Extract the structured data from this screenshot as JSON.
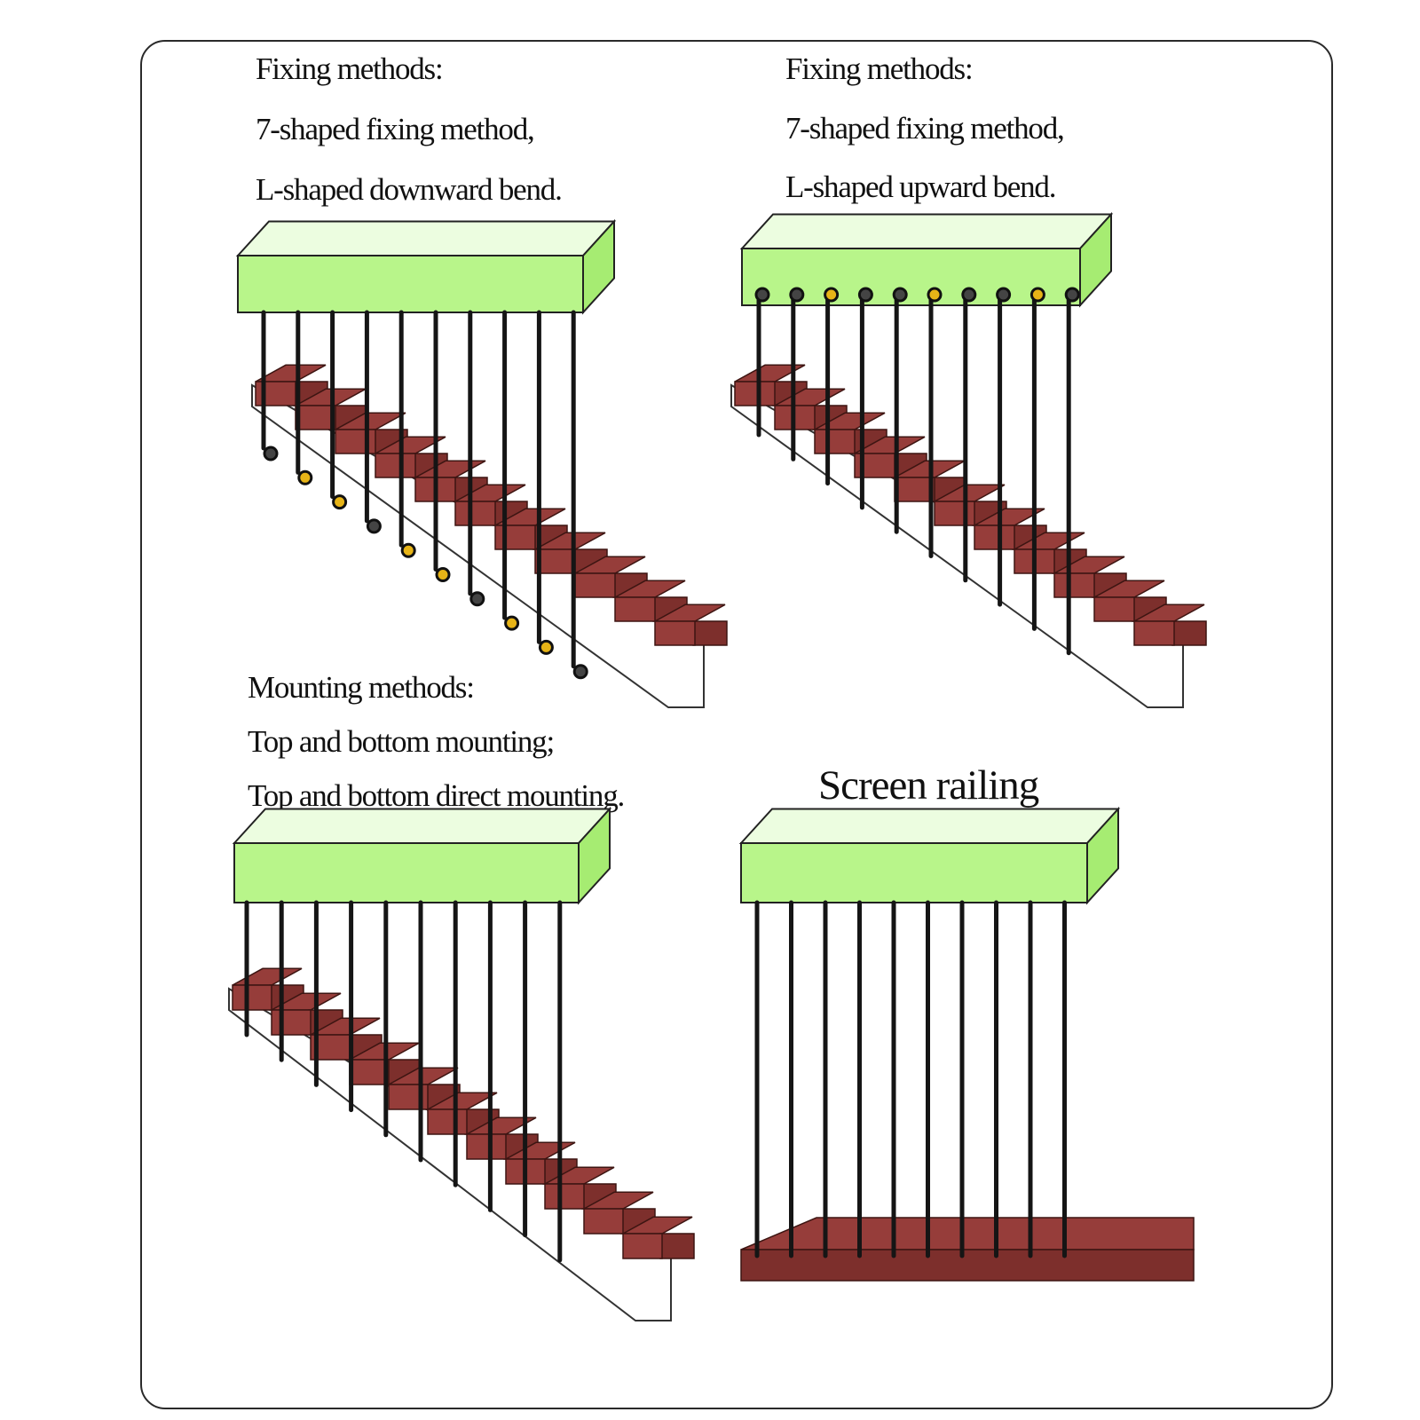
{
  "panels": {
    "top_left": {
      "heading": "Fixing methods:",
      "line1": "7-shaped fixing method,",
      "line2": "L-shaped downward bend."
    },
    "top_right": {
      "heading": "Fixing methods:",
      "line1": "7-shaped fixing method,",
      "line2": "L-shaped upward bend."
    },
    "bottom_left": {
      "heading": "Mounting methods:",
      "line1": "Top and bottom mounting;",
      "line2": "Top and bottom direct mounting."
    },
    "bottom_right": {
      "title": "Screen railing"
    }
  },
  "colors": {
    "handrail_face": "#b8f58a",
    "handrail_top": "#ecfde0",
    "handrail_side": "#a6ec72",
    "stair_tread": "#963d3a",
    "stair_riser": "#7d2f2c",
    "stringer": "#ffffff",
    "baluster": "#151515",
    "fixing_gold": "#e7b417"
  }
}
